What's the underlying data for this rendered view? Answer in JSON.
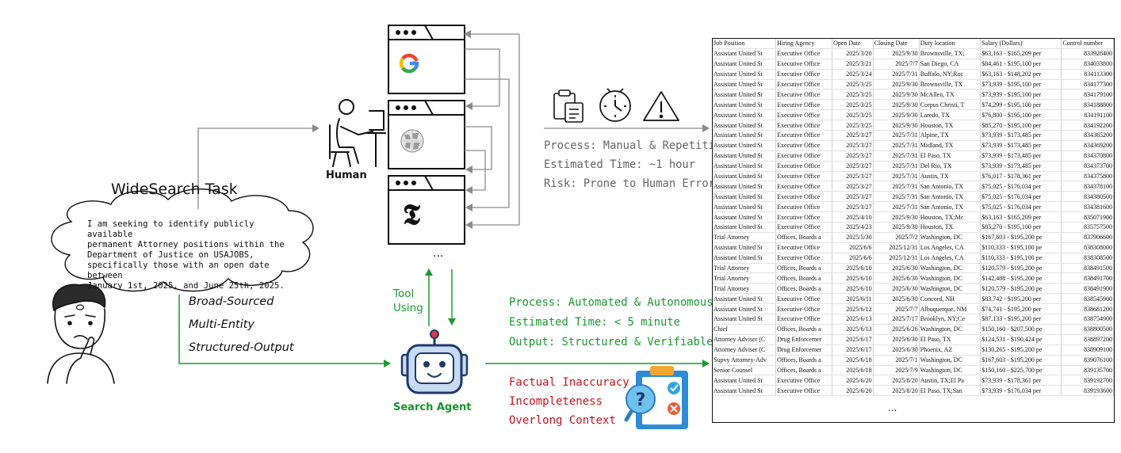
{
  "widesearch": {
    "title": "WideSearch Task",
    "query_lines": [
      "I am seeking to identify publicly available",
      "permanent Attorney positions within the",
      "Department of Justice on USAJOBS,",
      "specifically those with an open date between",
      "January 1st, 2025, and June 25th, 2025."
    ],
    "features": [
      "Broad-Sourced",
      "Multi-Entity",
      "Structured-Output"
    ]
  },
  "human": {
    "label": "Human"
  },
  "agent": {
    "label": "Search Agent",
    "tool_label_lines": [
      "Tool",
      "Using"
    ]
  },
  "browser_ellipsis": "...",
  "browser_icons": [
    "google-logo",
    "wikipedia-globe",
    "nytimes-t-logo"
  ],
  "human_path": {
    "icons": [
      "clipboard-icon",
      "clock-icon",
      "warning-icon"
    ],
    "lines": [
      "Process: Manual & Repetitive",
      "Estimated Time: ~1 hour",
      "Risk: Prone to Human Error"
    ]
  },
  "agent_path": {
    "lines": [
      "Process: Automated & Autonomous",
      "Estimated Time: < 5 minute",
      "Output: Structured & Verifiable"
    ],
    "issues": [
      "Factual Inaccuracy",
      "Incompleteness",
      "Overlong Context"
    ]
  },
  "colors": {
    "green": "#1a9a2e",
    "red": "#c0141a",
    "gray_arrow": "#8a8a8a",
    "robot_blue": "#1e3a6e",
    "robot_light": "#c9dbf2"
  },
  "table": {
    "headers": [
      "Job Position",
      "Hiring Agency",
      "Open Date",
      "Closing Date",
      "Duty location",
      "Salary (Dollars)",
      "Control number"
    ],
    "rows": [
      [
        "Assistant United St",
        "Executive Office",
        "2025/3/20",
        "2025/9/30",
        "Brownsville, TX;",
        "$63,163 - $165,209 per",
        "833928400"
      ],
      [
        "Assistant United St",
        "Executive Office",
        "2025/3/21",
        "2025/7/7",
        "San Diego, CA",
        "$84,461 - $195,100 per",
        "834033800"
      ],
      [
        "Assistant United St",
        "Executive Office",
        "2025/3/24",
        "2025/7/31",
        "Buffalo, NY;Roc",
        "$63,163 - $148,202 per",
        "834113300"
      ],
      [
        "Assistant United St",
        "Executive Office",
        "2025/3/25",
        "2025/9/30",
        "Brownsville, TX",
        "$73,939 - $195,100 per",
        "834177300"
      ],
      [
        "Assistant United St",
        "Executive Office",
        "2025/3/25",
        "2025/9/30",
        "McAllen, TX",
        "$73,939 - $195,100 per",
        "834179100"
      ],
      [
        "Assistant United St",
        "Executive Office",
        "2025/3/25",
        "2025/9/30",
        "Corpus Christi, T",
        "$74,299 - $195,100 per",
        "834188800"
      ],
      [
        "Assistant United St",
        "Executive Office",
        "2025/3/25",
        "2025/9/30",
        "Laredo, TX",
        "$76,800 - $195,100 per",
        "834191100"
      ],
      [
        "Assistant United St",
        "Executive Office",
        "2025/3/25",
        "2025/9/30",
        "Houston, TX",
        "$85,270 - $195,100 per",
        "834192200"
      ],
      [
        "Assistant United St",
        "Executive Office",
        "2025/3/27",
        "2025/7/31",
        "Alpine, TX",
        "$73,939 - $173,485 per",
        "834365200"
      ],
      [
        "Assistant United St",
        "Executive Office",
        "2025/3/27",
        "2025/7/31",
        "Midland, TX",
        "$73,939 - $173,485 per",
        "834369200"
      ],
      [
        "Assistant United St",
        "Executive Office",
        "2025/3/27",
        "2025/7/31",
        "El Paso, TX",
        "$73,939 - $173,485 per",
        "834370800"
      ],
      [
        "Assistant United St",
        "Executive Office",
        "2025/3/27",
        "2025/7/31",
        "Del Rio, TX",
        "$73,939 - $173,485 per",
        "834373700"
      ],
      [
        "Assistant United St",
        "Executive Office",
        "2025/3/27",
        "2025/7/31",
        "Austin, TX",
        "$76,017 - $178,361 per",
        "834375800"
      ],
      [
        "Assistant United St",
        "Executive Office",
        "2025/3/27",
        "2025/7/31",
        "San Antonio, TX",
        "$75,025 - $176,034 per",
        "834378100"
      ],
      [
        "Assistant United St",
        "Executive Office",
        "2025/3/27",
        "2025/7/31",
        "San Antonio, TX",
        "$75,025 - $176,034 per",
        "834380500"
      ],
      [
        "Assistant United St",
        "Executive Office",
        "2025/3/27",
        "2025/7/31",
        "San Antonio, TX",
        "$75,025 - $176,034 per",
        "834381600"
      ],
      [
        "Assistant United St",
        "Executive Office",
        "2025/4/10",
        "2025/9/30",
        "Houston, TX;Mc",
        "$63,163 - $165,209 per",
        "835071900"
      ],
      [
        "Assistant United St",
        "Executive Office",
        "2025/4/23",
        "2025/9/30",
        "Houston, TX",
        "$85,270 - $195,100 per",
        "835757500"
      ],
      [
        "Trial Attorney",
        "Offices, Boards a",
        "2025/5/30",
        "2025/7/2",
        "Washington, DC",
        "$167,603 - $195,200 pe",
        "837906600"
      ],
      [
        "Assistant United St",
        "Executive Office",
        "2025/6/6",
        "2025/12/31",
        "Los Angeles, CA",
        "$110,333 - $195,100 pe",
        "838308000"
      ],
      [
        "Assistant United St",
        "Executive Office",
        "2025/6/6",
        "2025/12/31",
        "Los Angeles, CA",
        "$110,333 - $195,100 pe",
        "838308500"
      ],
      [
        "Trial Attorney",
        "Offices, Boards a",
        "2025/6/10",
        "2025/6/30",
        "Washington, DC",
        "$120,579 - $195,200 pe",
        "838491500"
      ],
      [
        "Trial Attorney",
        "Offices, Boards a",
        "2025/6/10",
        "2025/6/30",
        "Washington, DC",
        "$142,488 - $195,200 pe",
        "838491700"
      ],
      [
        "Trial Attorney",
        "Offices, Boards a",
        "2025/6/10",
        "2025/6/30",
        "Washington, DC",
        "$120,579 - $195,200 pe",
        "838491900"
      ],
      [
        "Assistant United St",
        "Executive Office",
        "2025/6/11",
        "2025/6/30",
        "Concord, NH",
        "$83,742 - $195,200 per",
        "838545900"
      ],
      [
        "Assistant United St",
        "Executive Office",
        "2025/6/12",
        "2025/7/7",
        "Albuquerque, NM",
        "$74,741 - $195,200 per",
        "838681200"
      ],
      [
        "Assistant United St",
        "Executive Office",
        "2025/6/13",
        "2025/7/17",
        "Brooklyn, NY;Ce",
        "$87,133 - $195,200 per",
        "838754900"
      ],
      [
        "Chief",
        "Offices, Boards a",
        "2025/6/13",
        "2025/6/26",
        "Washington, DC",
        "$150,160 - $207,500 pe",
        "838800500"
      ],
      [
        "Attorney Adviser (C",
        "Drug Enforcemer",
        "2025/6/17",
        "2025/6/30",
        "El Paso, TX",
        "$124,531 - $190,424 pe",
        "838897200"
      ],
      [
        "Attorney Adviser (C",
        "Drug Enforcemer",
        "2025/6/17",
        "2025/6/30",
        "Phoenix, AZ",
        "$130,265 - $195,200 pe",
        "838909100"
      ],
      [
        "Supvy Attorney-Adv",
        "Offices, Boards a",
        "2025/6/18",
        "2025/7/1",
        "Washington, DC",
        "$167,603 - $195,200 pe",
        "839076100"
      ],
      [
        "Senior Counsel",
        "Offices, Boards a",
        "2025/6/18",
        "2025/7/9",
        "Washington, DC",
        "$150,160 - $225,700 pe",
        "839135700"
      ],
      [
        "Assistant United St",
        "Executive Office",
        "2025/6/20",
        "2025/8/20",
        "Austin, TX;El Pa",
        "$73,939 - $178,361 per",
        "839192700"
      ],
      [
        "Assistant United St",
        "Executive Office",
        "2025/6/20",
        "2025/8/20",
        "El Paso, TX;San",
        "$73,939 - $176,034 per",
        "839193600"
      ]
    ],
    "ellipsis": "..."
  }
}
